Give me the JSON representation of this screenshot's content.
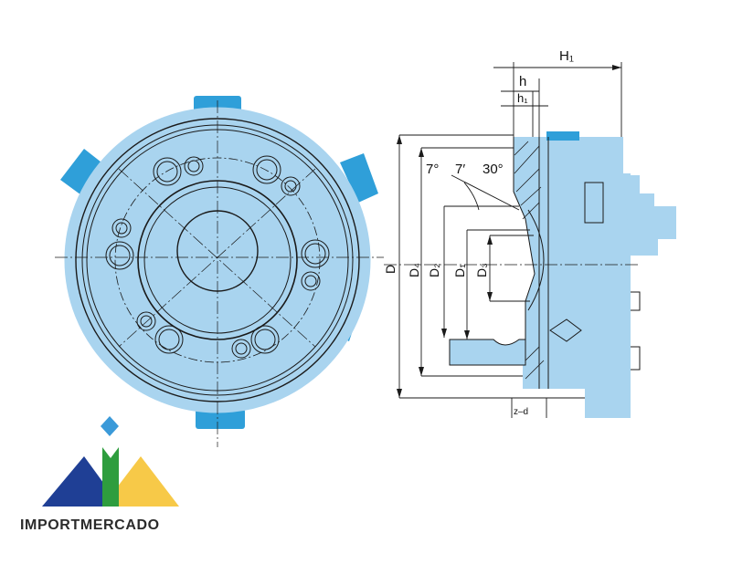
{
  "labels": {
    "H1": "H₁",
    "h": "h",
    "h1": "h₁",
    "angle7deg": "7°",
    "angle7min": "7′",
    "angle30deg": "30°",
    "D": "D",
    "D4": "D₄",
    "D2": "D₂",
    "D1": "D₁",
    "D3": "D₃",
    "zd": "z–d"
  },
  "brand": {
    "name": "IMPORTMERCADO"
  },
  "colors": {
    "body": "#a9d4ef",
    "jaw": "#2f9fd9",
    "line": "#1a1a1a",
    "logo_blue": "#1f3f95",
    "logo_green": "#2e9d3e",
    "logo_yellow": "#f7c948",
    "logo_diamond": "#3b9ad9"
  }
}
